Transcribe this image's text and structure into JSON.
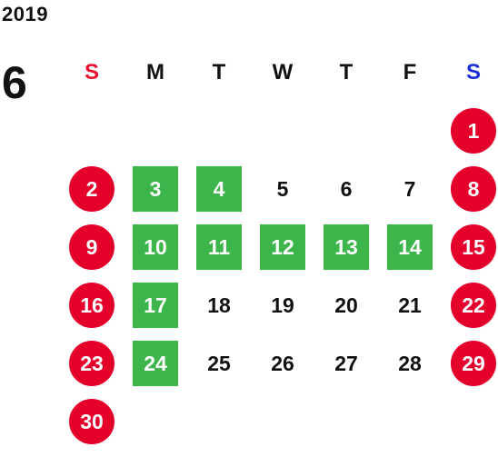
{
  "year": "2019",
  "month": "6",
  "weekday_headers": [
    {
      "label": "S",
      "color": "#e8102f"
    },
    {
      "label": "M",
      "color": "#111111"
    },
    {
      "label": "T",
      "color": "#111111"
    },
    {
      "label": "W",
      "color": "#111111"
    },
    {
      "label": "T",
      "color": "#111111"
    },
    {
      "label": "F",
      "color": "#111111"
    },
    {
      "label": "S",
      "color": "#1a2ed8"
    }
  ],
  "colors": {
    "holiday_circle": "#e4002b",
    "highlight_box": "#3cb54a",
    "normal_text": "#111111"
  },
  "weeks": [
    [
      {
        "day": ""
      },
      {
        "day": ""
      },
      {
        "day": ""
      },
      {
        "day": ""
      },
      {
        "day": ""
      },
      {
        "day": ""
      },
      {
        "day": "1",
        "style": "circle"
      }
    ],
    [
      {
        "day": "2",
        "style": "circle"
      },
      {
        "day": "3",
        "style": "box"
      },
      {
        "day": "4",
        "style": "box"
      },
      {
        "day": "5",
        "style": "plain"
      },
      {
        "day": "6",
        "style": "plain"
      },
      {
        "day": "7",
        "style": "plain"
      },
      {
        "day": "8",
        "style": "circle"
      }
    ],
    [
      {
        "day": "9",
        "style": "circle"
      },
      {
        "day": "10",
        "style": "box"
      },
      {
        "day": "11",
        "style": "box"
      },
      {
        "day": "12",
        "style": "box"
      },
      {
        "day": "13",
        "style": "box"
      },
      {
        "day": "14",
        "style": "box"
      },
      {
        "day": "15",
        "style": "circle"
      }
    ],
    [
      {
        "day": "16",
        "style": "circle"
      },
      {
        "day": "17",
        "style": "box"
      },
      {
        "day": "18",
        "style": "plain"
      },
      {
        "day": "19",
        "style": "plain"
      },
      {
        "day": "20",
        "style": "plain"
      },
      {
        "day": "21",
        "style": "plain"
      },
      {
        "day": "22",
        "style": "circle"
      }
    ],
    [
      {
        "day": "23",
        "style": "circle"
      },
      {
        "day": "24",
        "style": "box"
      },
      {
        "day": "25",
        "style": "plain"
      },
      {
        "day": "26",
        "style": "plain"
      },
      {
        "day": "27",
        "style": "plain"
      },
      {
        "day": "28",
        "style": "plain"
      },
      {
        "day": "29",
        "style": "circle"
      }
    ],
    [
      {
        "day": "30",
        "style": "circle"
      },
      {
        "day": ""
      },
      {
        "day": ""
      },
      {
        "day": ""
      },
      {
        "day": ""
      },
      {
        "day": ""
      },
      {
        "day": ""
      }
    ]
  ]
}
